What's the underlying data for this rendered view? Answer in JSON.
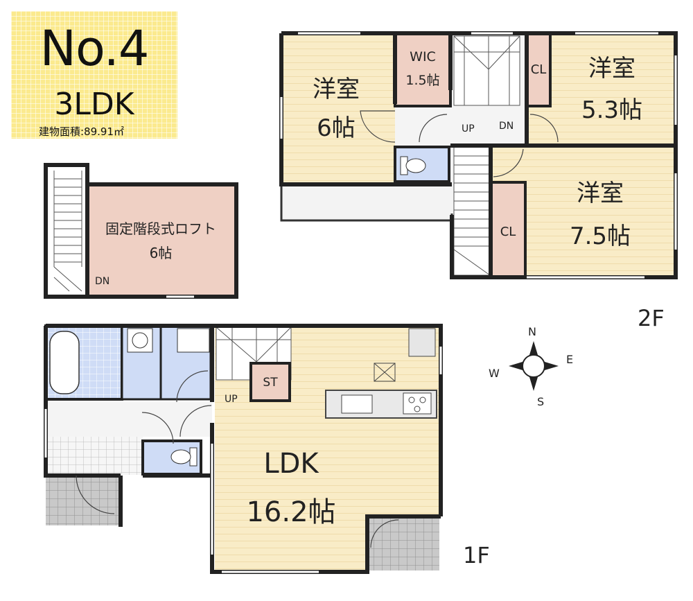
{
  "listing": {
    "number": "No.4",
    "layout": "3LDK",
    "floor_area": "建物面積:89.91㎡"
  },
  "floor2": {
    "floor_label": "2F",
    "room_nw": {
      "name": "洋室",
      "size": "6帖"
    },
    "wic": {
      "name": "WIC",
      "size": "1.5帖"
    },
    "room_ne": {
      "name": "洋室",
      "size": "5.3帖"
    },
    "closet_ne": "CL",
    "room_se": {
      "name": "洋室",
      "size": "7.5帖"
    },
    "closet_se": "CL",
    "stair_up": "UP",
    "stair_dn": "DN"
  },
  "loft": {
    "name": "固定階段式ロフト",
    "size": "6帖",
    "stair_dn": "DN"
  },
  "floor1": {
    "floor_label": "1F",
    "ldk": {
      "name": "LDK",
      "size": "16.2帖"
    },
    "storage": "ST",
    "stair_up": "UP"
  },
  "compass": {
    "n": "N",
    "s": "S",
    "e": "E",
    "w": "W"
  },
  "colors": {
    "room_wood": "#f9ecc7",
    "closet": "#efd0c4",
    "loft": "#efd0c4",
    "wet_area": "#cfdcf6",
    "hall": "#f4f4f4",
    "wall": "#222222",
    "porch_tile": "#c9c9c9",
    "info_bg": "#fbea8e"
  }
}
